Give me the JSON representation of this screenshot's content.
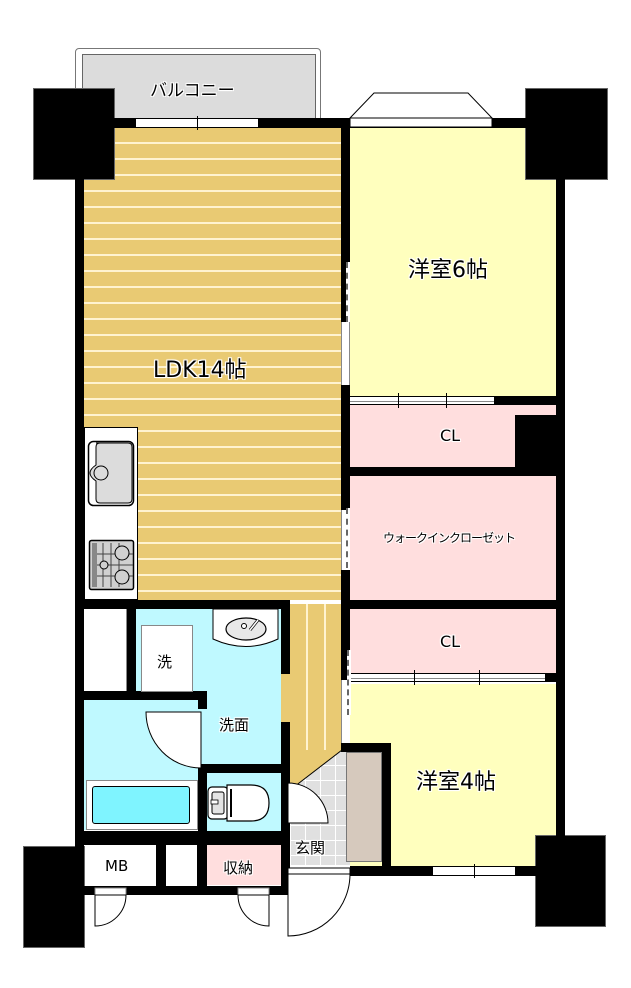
{
  "floorplan": {
    "rooms": {
      "balcony": {
        "label": "バルコニー",
        "color": "#dcdcdc"
      },
      "ldk": {
        "label": "LDK14帖",
        "color": "#e9ca73"
      },
      "western6": {
        "label": "洋室6帖",
        "color": "#ffffbe"
      },
      "closet_upper": {
        "label": "CL",
        "color": "#ffdede"
      },
      "walk_in_closet": {
        "label": "ウォークインクローゼット",
        "color": "#ffdede"
      },
      "closet_lower": {
        "label": "CL",
        "color": "#ffdede"
      },
      "western4": {
        "label": "洋室4帖",
        "color": "#ffffbe"
      },
      "washroom": {
        "label": "洗面",
        "color": "#bff9ff"
      },
      "washer": {
        "label": "洗"
      },
      "entrance": {
        "label": "玄関",
        "color": "#e0e0e0"
      },
      "storage": {
        "label": "収納",
        "color": "#ffdede"
      },
      "meter_box": {
        "label": "MB"
      }
    },
    "fixtures": [
      "kitchen-sink",
      "gas-stove",
      "wash-basin",
      "bathtub",
      "toilet",
      "shoe-cabinet"
    ]
  }
}
